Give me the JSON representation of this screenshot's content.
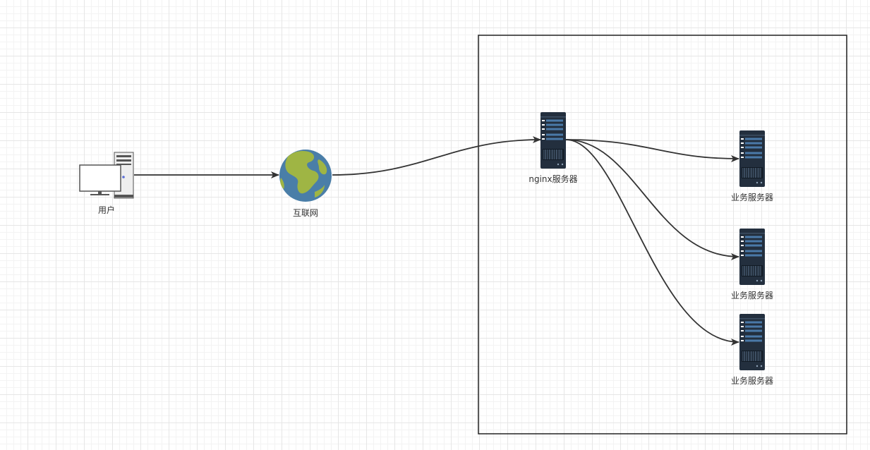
{
  "nodes": {
    "user": {
      "label": "用户"
    },
    "internet": {
      "label": "互联网"
    },
    "nginx": {
      "label": "nginx服务器"
    },
    "business_1": {
      "label": "业务服务器"
    },
    "business_2": {
      "label": "业务服务器"
    },
    "business_3": {
      "label": "业务服务器"
    }
  },
  "edges": [
    {
      "from": "user",
      "to": "internet"
    },
    {
      "from": "internet",
      "to": "nginx"
    },
    {
      "from": "nginx",
      "to": "business_1"
    },
    {
      "from": "nginx",
      "to": "business_2"
    },
    {
      "from": "nginx",
      "to": "business_3"
    }
  ],
  "colors": {
    "edge": "#333333",
    "container_border": "#222222",
    "server_body": "#232f3e",
    "server_accent": "#4a79a8",
    "globe_ocean": "#4a7ea8",
    "globe_land": "#9fb544",
    "monitor_border": "#555555",
    "tower_body": "#eeeeee"
  }
}
